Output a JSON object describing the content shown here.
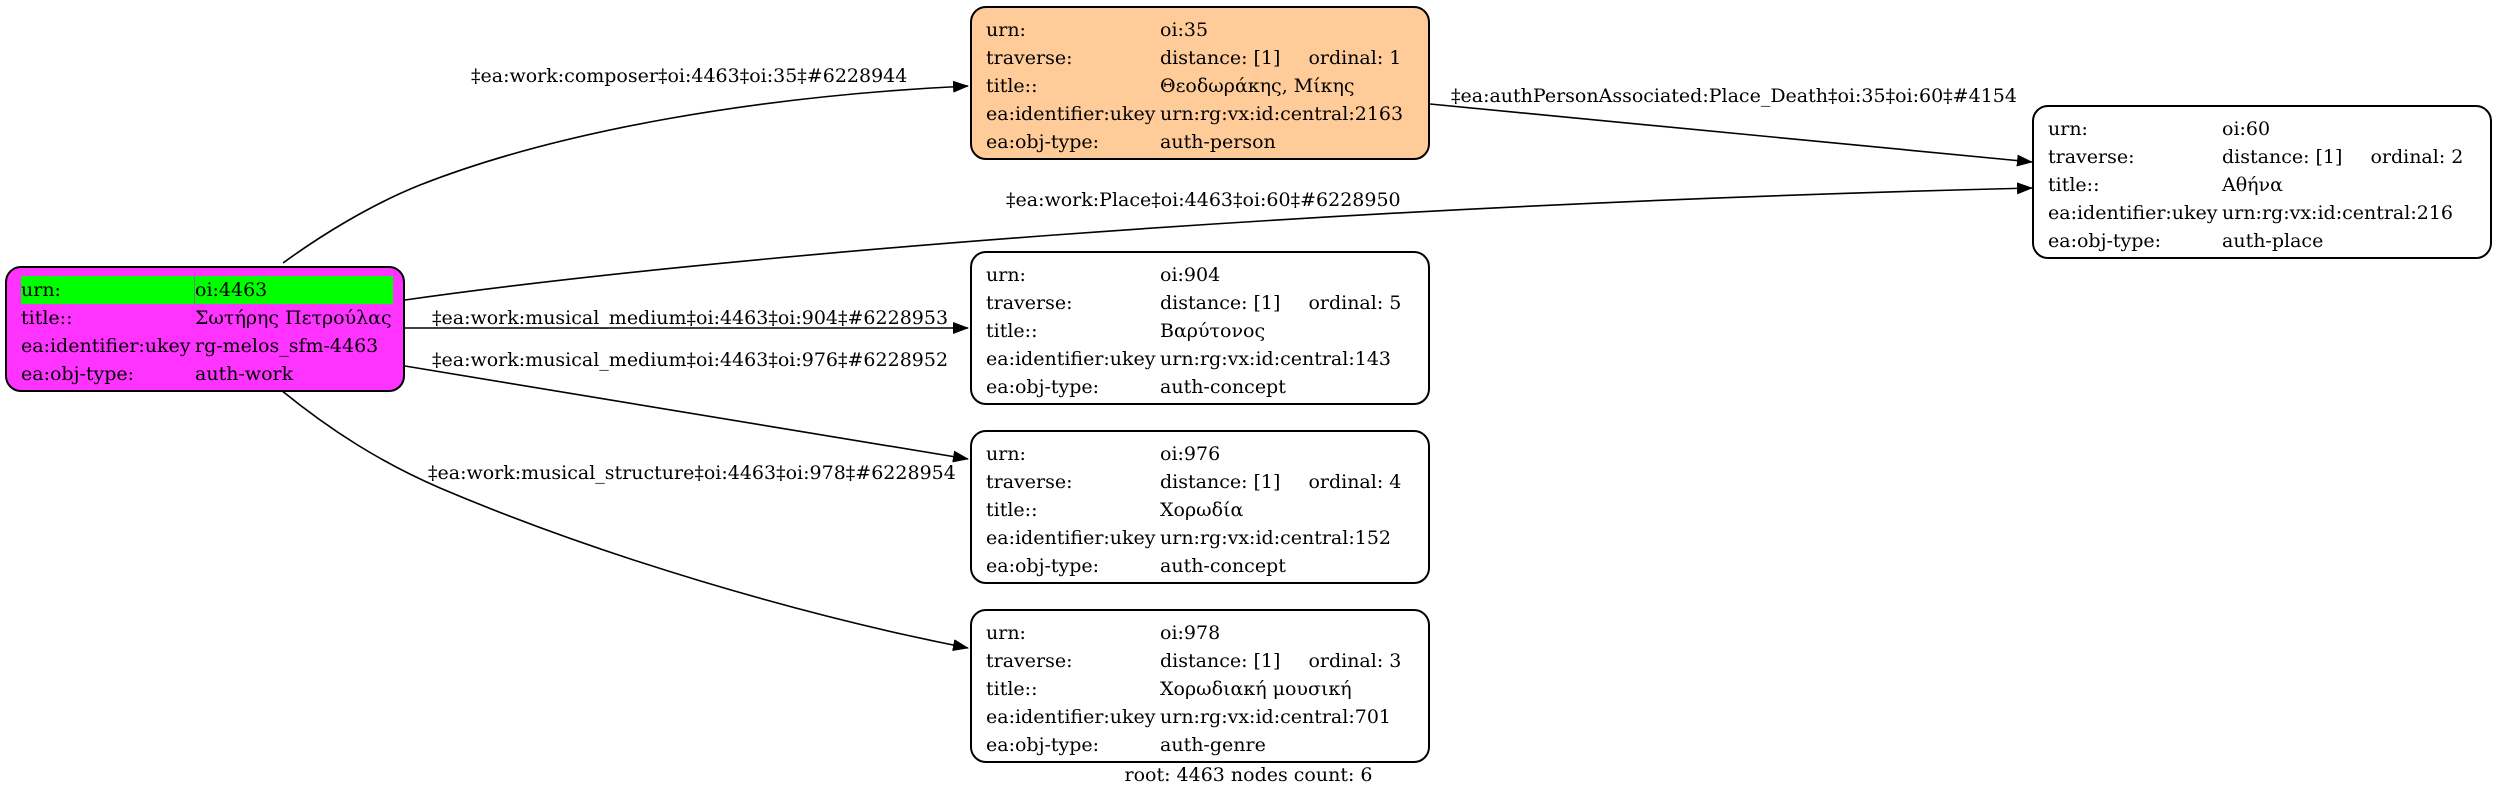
{
  "root_node": {
    "rows": [
      {
        "key": "urn:",
        "value": "oi:4463"
      },
      {
        "key": "title::",
        "value": "Σωτήρης Πετρούλας"
      },
      {
        "key": "ea:identifier:ukey",
        "value": "rg-melos_sfm-4463"
      },
      {
        "key": "ea:obj-type:",
        "value": "auth-work"
      }
    ]
  },
  "nodes": {
    "n35": {
      "urn": "oi:35",
      "distance": "distance: [1]",
      "ordinal": "ordinal: 1",
      "title": "Θεοδωράκης, Μίκης",
      "ukey": "urn:rg:vx:id:central:2163",
      "obj_type": "auth-person"
    },
    "n60": {
      "urn": "oi:60",
      "distance": "distance: [1]",
      "ordinal": "ordinal: 2",
      "title": "Αθήνα",
      "ukey": "urn:rg:vx:id:central:216",
      "obj_type": "auth-place"
    },
    "n904": {
      "urn": "oi:904",
      "distance": "distance: [1]",
      "ordinal": "ordinal: 5",
      "title": "Βαρύτονος",
      "ukey": "urn:rg:vx:id:central:143",
      "obj_type": "auth-concept"
    },
    "n976": {
      "urn": "oi:976",
      "distance": "distance: [1]",
      "ordinal": "ordinal: 4",
      "title": "Χορωδία",
      "ukey": "urn:rg:vx:id:central:152",
      "obj_type": "auth-concept"
    },
    "n978": {
      "urn": "oi:978",
      "distance": "distance: [1]",
      "ordinal": "ordinal: 3",
      "title": "Χορωδιακή μουσική",
      "ukey": "urn:rg:vx:id:central:701",
      "obj_type": "auth-genre"
    }
  },
  "field_keys": {
    "urn": "urn:",
    "traverse": "traverse:",
    "title": "title::",
    "ukey": "ea:identifier:ukey",
    "obj_type": "ea:obj-type:"
  },
  "edges": {
    "composer": "‡ea:work:composer‡oi:4463‡oi:35‡#6228944",
    "death_place": "‡ea:authPersonAssociated:Place_Death‡oi:35‡oi:60‡#4154",
    "place": "‡ea:work:Place‡oi:4463‡oi:60‡#6228950",
    "medium_904": "‡ea:work:musical_medium‡oi:4463‡oi:904‡#6228953",
    "medium_976": "‡ea:work:musical_medium‡oi:4463‡oi:976‡#6228952",
    "structure_978": "‡ea:work:musical_structure‡oi:4463‡oi:978‡#6228954"
  },
  "footer": "root: 4463 nodes count: 6",
  "colors": {
    "root_fill": "#ff33ff",
    "root_highlight": "#00ff00",
    "person_fill": "#ffcc99",
    "default_fill": "#ffffff"
  }
}
